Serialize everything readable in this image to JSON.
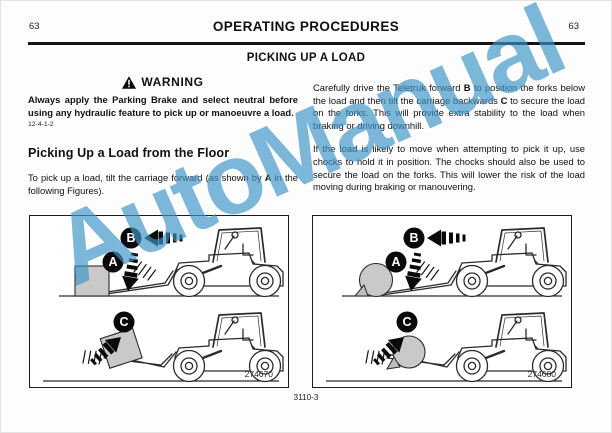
{
  "header": {
    "page_number_left": "63",
    "page_number_right": "63",
    "title": "OPERATING PROCEDURES"
  },
  "section_title": "PICKING UP A LOAD",
  "warning": {
    "label": "WARNING",
    "body": "Always apply the Parking Brake and select neutral before using any hydraulic feature to pick up or manoeuvre a load.",
    "ref_code": "12-4-1-2"
  },
  "left_column": {
    "subheading": "Picking Up a Load from the Floor",
    "intro_rich": [
      {
        "t": "To pick up a load, tilt the carriage forward (as shown by "
      },
      {
        "b": "A"
      },
      {
        "t": " in the following Figures)."
      }
    ]
  },
  "right_column": {
    "para1_rich": [
      {
        "t": "Carefully drive the Teletruk forward "
      },
      {
        "b": "B"
      },
      {
        "t": " to position the forks below the load and then tilt the carriage backwards "
      },
      {
        "b": "C"
      },
      {
        "t": " to secure the load on the forks. This will provide extra stability to the load when braking or driving downhill."
      }
    ],
    "para2": "If the load is likely to move when attempting to pick it up, use chocks to hold it in position. The chocks should also be used to secure the load on the forks. This will lower the risk of the load moving during braking or manouvering."
  },
  "figures": [
    {
      "number": "274670",
      "load_type": "box",
      "badge_top": "B",
      "badge_mid": "A",
      "badge_bottom": "C"
    },
    {
      "number": "274680",
      "load_type": "drum",
      "badge_top": "B",
      "badge_mid": "A",
      "badge_bottom": "C"
    }
  ],
  "footer_code": "3110-3",
  "watermark_text": "AutoManual",
  "colors": {
    "watermark_blue": "#3d94c9",
    "load_gray": "#c9c9c9",
    "chock_gray": "#bdbdbd",
    "line": "#2b2b2b",
    "badge_black": "#0a0a0a"
  },
  "warning_icon": "warning-triangle"
}
